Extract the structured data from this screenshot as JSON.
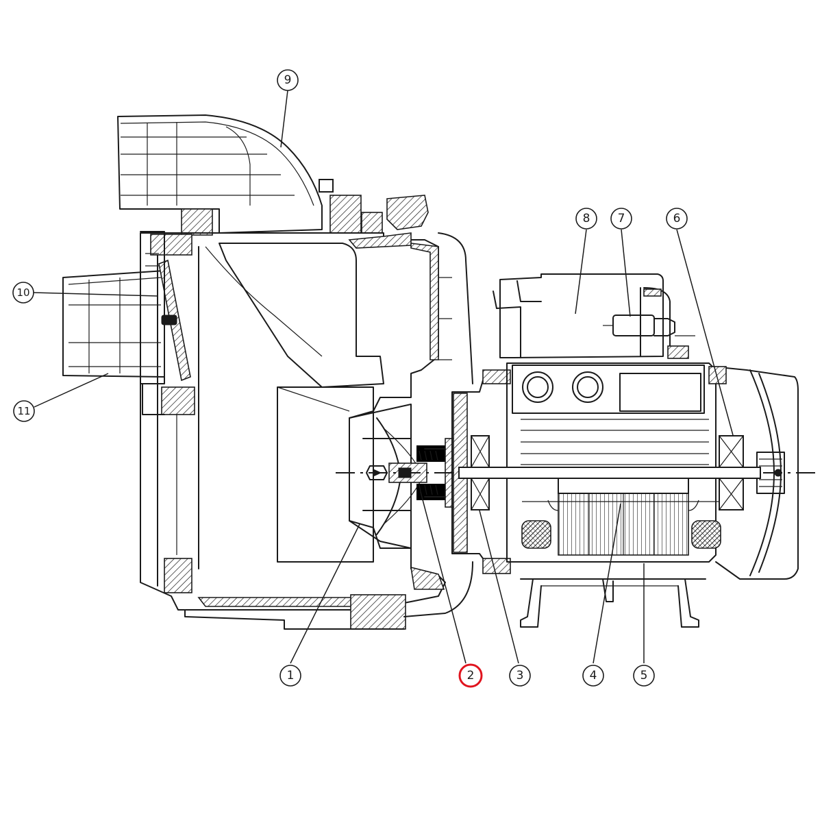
{
  "diagram": {
    "highlight_color": "#e0141e",
    "line_color": "#1a1a1a",
    "callouts": [
      {
        "id": "c1",
        "label": "1"
      },
      {
        "id": "c2",
        "label": "2",
        "highlighted": true
      },
      {
        "id": "c3",
        "label": "3"
      },
      {
        "id": "c4",
        "label": "4"
      },
      {
        "id": "c5",
        "label": "5"
      },
      {
        "id": "c6",
        "label": "6"
      },
      {
        "id": "c7",
        "label": "7"
      },
      {
        "id": "c8",
        "label": "8"
      },
      {
        "id": "c9",
        "label": "9"
      },
      {
        "id": "c10",
        "label": "10"
      },
      {
        "id": "c11",
        "label": "11"
      }
    ]
  }
}
